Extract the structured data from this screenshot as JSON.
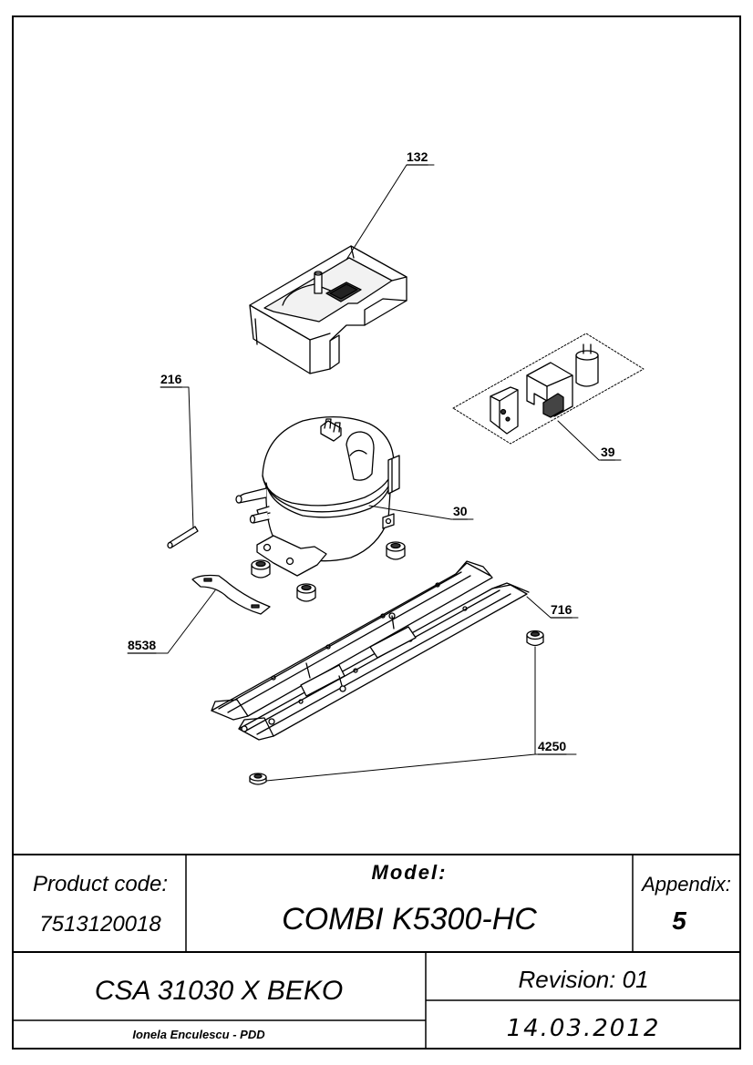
{
  "callouts": {
    "c132": "132",
    "c216": "216",
    "c39": "39",
    "c30": "30",
    "c716": "716",
    "c8538": "8538",
    "c4250": "4250"
  },
  "title_block": {
    "product_code_label": "Product code:",
    "product_code_value": "7513120018",
    "model_label": "Model:",
    "model_value": "COMBI K5300-HC",
    "appendix_label": "Appendix:",
    "appendix_value": "5",
    "part_name": "CSA 31030 X BEKO",
    "revision": "Revision: 01",
    "date": "14.03.2012",
    "author": "Ionela Enculescu - PDD"
  }
}
